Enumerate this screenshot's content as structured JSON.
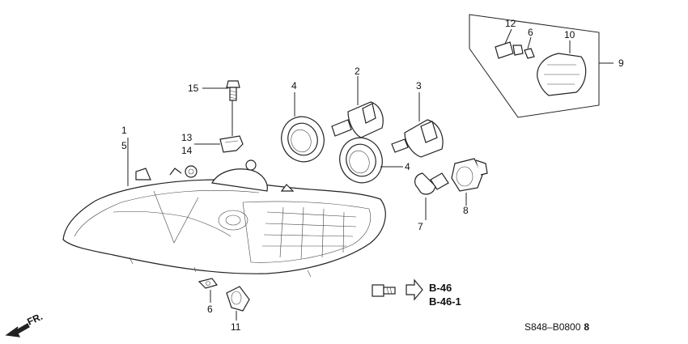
{
  "callouts": {
    "c1": "1",
    "c2": "2",
    "c3": "3",
    "c4a": "4",
    "c4b": "4",
    "c5": "5",
    "c6a": "6",
    "c6b": "6",
    "c7": "7",
    "c8": "8",
    "c9": "9",
    "c10": "10",
    "c11": "11",
    "c12": "12",
    "c13": "13",
    "c14": "14",
    "c15": "15"
  },
  "references": {
    "ref1": "B-46",
    "ref2": "B-46-1"
  },
  "direction_label": "FR.",
  "diagram_code": "S848–B0800",
  "diagram_code_suffix": "8",
  "icons": [
    "headlight-housing",
    "halogen-bulb",
    "bulb-seal",
    "socket",
    "side-marker-lamp",
    "bolt-icon",
    "arrow-icon"
  ]
}
